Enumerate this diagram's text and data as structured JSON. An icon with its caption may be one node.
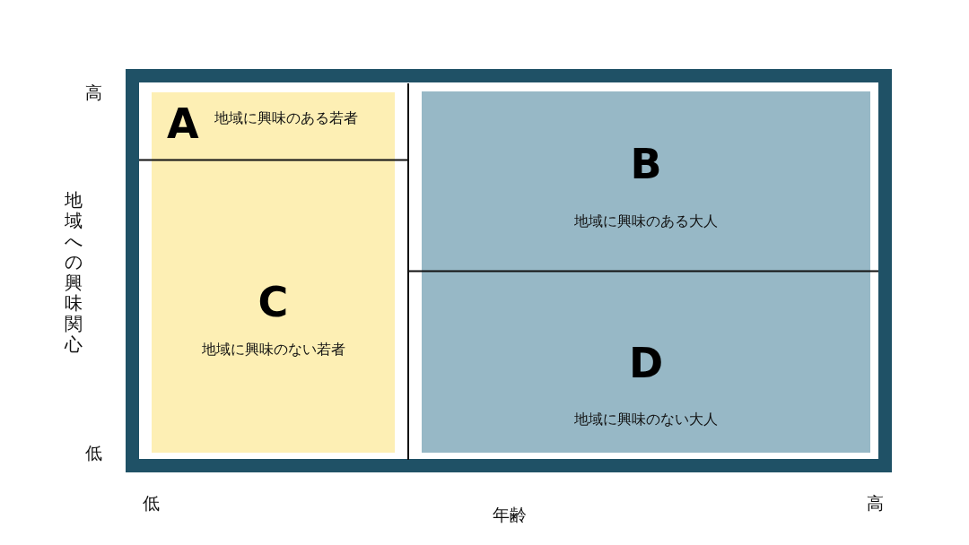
{
  "diagram": {
    "nodes": [
      {
        "text": [
          "A",
          "地域に興味のある若者"
        ]
      },
      {
        "text": [
          "B",
          "地域に興味のある大人"
        ]
      },
      {
        "text": [
          "C",
          "地域に興味のない若者"
        ]
      },
      {
        "text": [
          "D",
          "地域に興味のない大人"
        ]
      }
    ],
    "labels": [
      "高",
      "地域への興味関心",
      "低",
      "低",
      "年齢",
      "高"
    ]
  }
}
